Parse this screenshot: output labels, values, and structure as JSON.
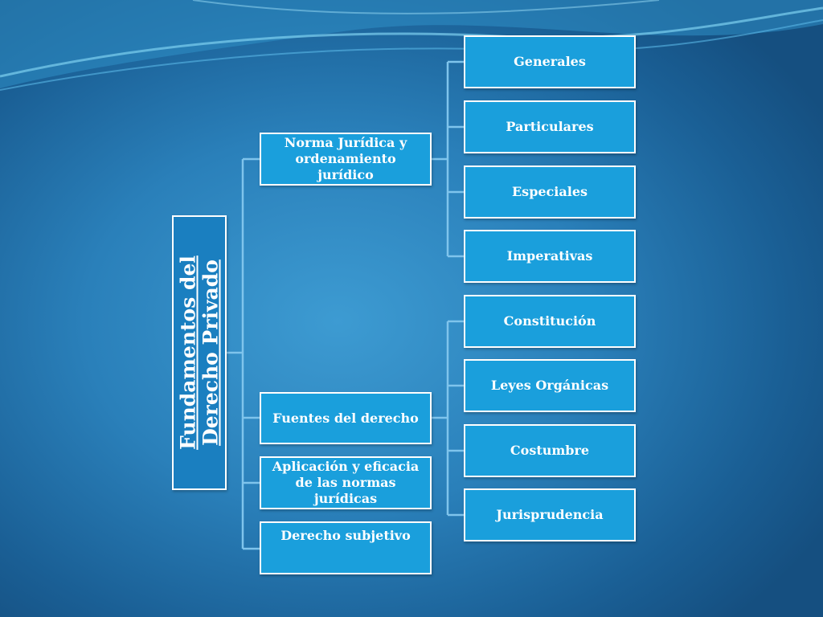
{
  "diagram": {
    "root": {
      "label": "Fundamentos del Derecho Privado"
    },
    "branches": [
      {
        "label": "Norma Jurídica y ordenamiento jurídico",
        "children": [
          "Generales",
          "Particulares",
          "Especiales",
          "Imperativas"
        ]
      },
      {
        "label": "Fuentes del derecho",
        "children": [
          "Constitución",
          "Leyes Orgánicas",
          "Costumbre",
          "Jurisprudencia"
        ]
      },
      {
        "label": "Aplicación y eficacia de las normas jurídicas",
        "children": []
      },
      {
        "label": "Derecho subjetivo",
        "children": []
      }
    ],
    "colors": {
      "box_fill": "#1a9fdc",
      "root_fill": "#1a7fc0",
      "border": "#ffffff",
      "connector": "#7fc4ec"
    }
  }
}
